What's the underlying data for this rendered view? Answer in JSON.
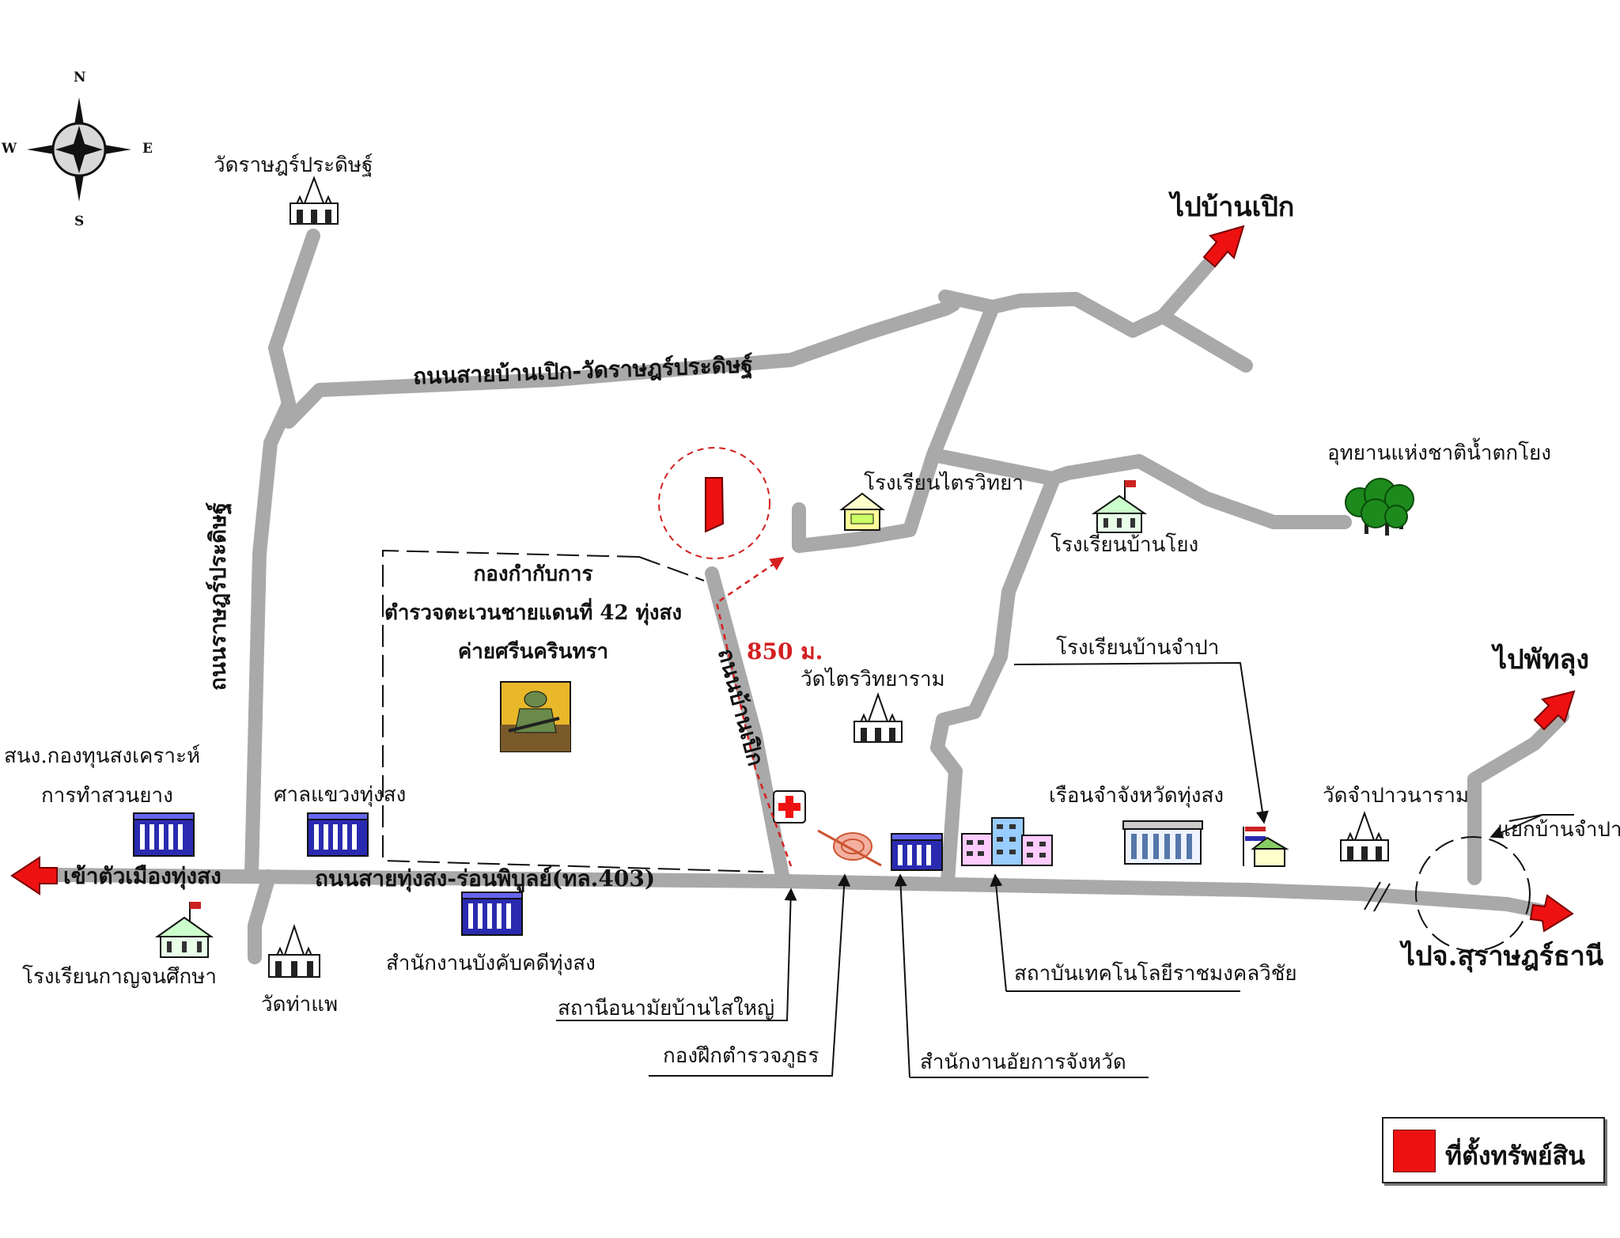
{
  "compass": {
    "north": "N",
    "south": "S",
    "east": "E",
    "west": "W"
  },
  "roads": {
    "main_road": "ถนนสายทุ่งสง-ร่อนพิบูลย์(ทล.403)",
    "north_road": "ถนนสายบ้านเปิก-วัดราษฎร์ประดิษฐ์",
    "vertical_road": "ถนนราษฎร์ประดิษฐ์",
    "ban_poek_road": "ถนนบ้านเปิก"
  },
  "directions": {
    "to_city": "เข้าตัวเมืองทุ่งสง",
    "to_ban_poek": "ไปบ้านเปิก",
    "to_phatthalung": "ไปพัทลุง",
    "to_surat": "ไปจ.สุราษฎร์ธานี"
  },
  "places": {
    "wat_rat_pradit": "วัดราษฎร์ประดิษฐ์",
    "national_park": "อุทยานแห่งชาติน้ำตกโยง",
    "school_trai": "โรงเรียนไตรวิทยา",
    "school_ban_yong": "โรงเรียนบ้านโยง",
    "bpp_line1": "กองกำกับการ",
    "bpp_line2": "ตำรวจตะเวนชายแดนที่ 42 ทุ่งสง",
    "bpp_line3": "ค่ายศรีนครินทรา",
    "distance": "850 ม.",
    "wat_trai": "วัดไตรวิทยาราม",
    "school_champa": "โรงเรียนบ้านจำปา",
    "rubber_fund_1": "สนง.กองทุนสงเคราะห์",
    "rubber_fund_2": "การทำสวนยาง",
    "court": "ศาลแขวงทุ่งสง",
    "prison": "เรือนจำจังหวัดทุ่งสง",
    "wat_champa": "วัดจำปาวนาราม",
    "junction": "แยกบ้านจำปา",
    "school_kanchana": "โรงเรียนกาญจนศึกษา",
    "wat_tha_phae": "วัดท่าแพ",
    "enforcement": "สำนักงานบังคับคดีทุ่งสง",
    "rmut": "สถาบันเทคโนโลยีราชมงคลวิชัย",
    "health_station": "สถานีอนามัยบ้านไสใหญ่",
    "police_training": "กองฝึกตำรวจภูธร",
    "prosecutor": "สำนักงานอัยการจังหวัด"
  },
  "legend": {
    "label": "ที่ตั้งทรัพย์สิน",
    "color": "#ee1111"
  },
  "colors": {
    "road": "#a9a9a9",
    "arrow": "#ee1111",
    "building": "#2a2ab0",
    "property": "#ee1111",
    "distance_line": "#d42020"
  },
  "icons": [
    "compass-icon",
    "temple-icon",
    "school-icon",
    "building-icon",
    "hospital-icon",
    "forest-icon",
    "soldier-icon",
    "property-marker-icon",
    "arrow-icon"
  ]
}
